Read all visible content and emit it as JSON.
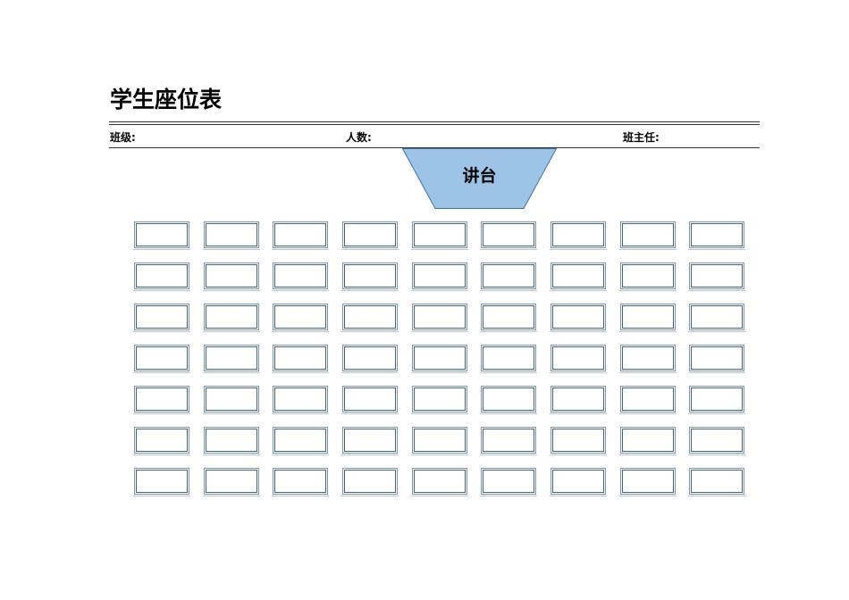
{
  "document": {
    "title": "学生座位表",
    "fields": {
      "class_label": "班级:",
      "count_label": "人数:",
      "teacher_label": "班主任:"
    },
    "podium": {
      "label": "讲台",
      "fill": "#9dc3e6",
      "stroke": "#41719c"
    },
    "seating": {
      "rows": 7,
      "columns": 9,
      "seats": [
        [
          "",
          "",
          "",
          "",
          "",
          "",
          "",
          "",
          ""
        ],
        [
          "",
          "",
          "",
          "",
          "",
          "",
          "",
          "",
          ""
        ],
        [
          "",
          "",
          "",
          "",
          "",
          "",
          "",
          "",
          ""
        ],
        [
          "",
          "",
          "",
          "",
          "",
          "",
          "",
          "",
          ""
        ],
        [
          "",
          "",
          "",
          "",
          "",
          "",
          "",
          "",
          ""
        ],
        [
          "",
          "",
          "",
          "",
          "",
          "",
          "",
          "",
          ""
        ],
        [
          "",
          "",
          "",
          "",
          "",
          "",
          "",
          "",
          ""
        ]
      ]
    }
  }
}
